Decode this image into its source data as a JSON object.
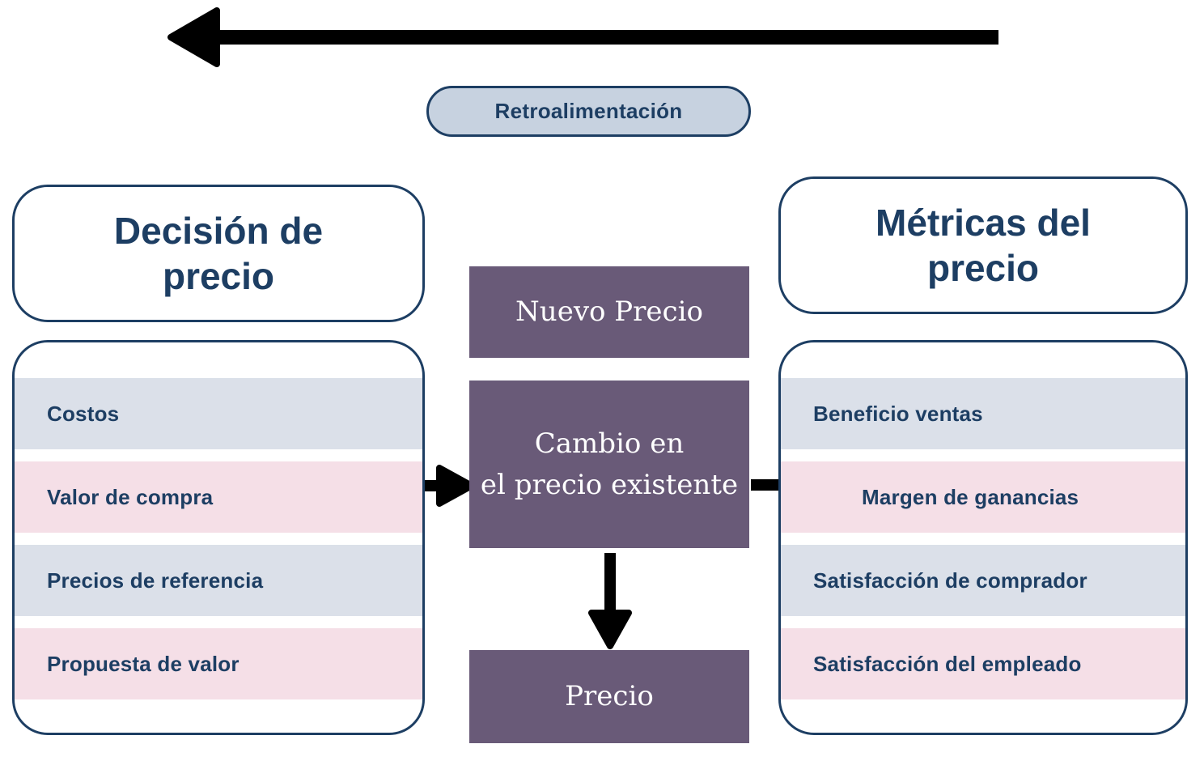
{
  "theme": {
    "navy": "#1d3e63",
    "purple": "#695a78",
    "row_blue": "#dbe0e9",
    "row_pink": "#f5dfe7",
    "pill_bg": "#c7d2e0",
    "arrow": "#000000",
    "bg": "#ffffff"
  },
  "feedback_pill": {
    "label": "Retroalimentación"
  },
  "icons": {
    "feedback_arrow": "arrow-left",
    "decision_to_change_arrow": "arrow-right",
    "change_to_metrics_arrow": "arrow-right",
    "change_to_price_arrow": "arrow-down"
  },
  "left_panel": {
    "title": "Decisión de precio",
    "title_lines": [
      "Decisión de",
      "precio"
    ],
    "rows": [
      {
        "label": "Costos",
        "tone": "blue"
      },
      {
        "label": "Valor de compra",
        "tone": "pink"
      },
      {
        "label": "Precios de referencia",
        "tone": "blue"
      },
      {
        "label": "Propuesta de valor",
        "tone": "pink"
      }
    ]
  },
  "center_flow": {
    "top_box": "Nuevo Precio",
    "middle_box": "Cambio en el precio existente",
    "middle_lines": [
      "Cambio en",
      "el precio existente"
    ],
    "bottom_box": "Precio"
  },
  "right_panel": {
    "title": "Métricas del precio",
    "title_lines": [
      "Métricas del",
      "precio"
    ],
    "rows": [
      {
        "label": "Beneficio ventas",
        "tone": "blue"
      },
      {
        "label": "Margen de ganancias",
        "tone": "pink"
      },
      {
        "label": "Satisfacción de comprador",
        "tone": "blue"
      },
      {
        "label": "Satisfacción del empleado",
        "tone": "pink"
      }
    ]
  }
}
